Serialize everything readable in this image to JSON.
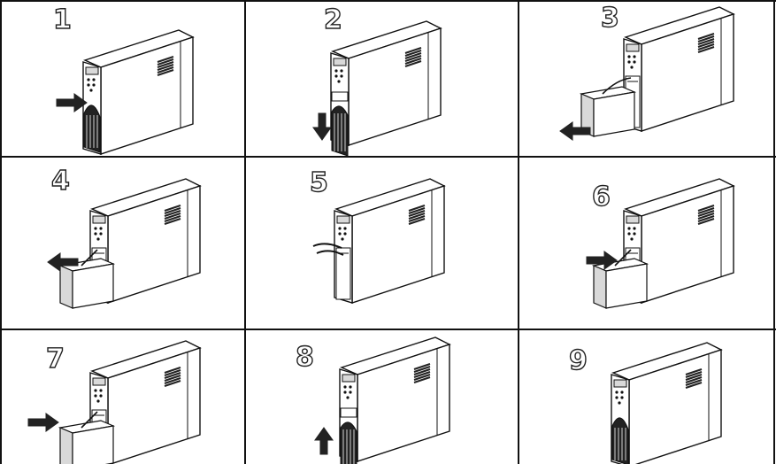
{
  "steps": [
    {
      "number": "1",
      "action": "press-front-panel",
      "arrow": "right"
    },
    {
      "number": "2",
      "action": "lower-front-cover",
      "arrow": "down"
    },
    {
      "number": "3",
      "action": "pull-out-battery",
      "arrow": "left"
    },
    {
      "number": "4",
      "action": "disconnect-battery-wires",
      "arrow": "left"
    },
    {
      "number": "5",
      "action": "battery-removed",
      "arrow": "none"
    },
    {
      "number": "6",
      "action": "connect-new-battery-wires",
      "arrow": "right"
    },
    {
      "number": "7",
      "action": "push-in-battery",
      "arrow": "right"
    },
    {
      "number": "8",
      "action": "raise-front-cover",
      "arrow": "up"
    },
    {
      "number": "9",
      "action": "complete",
      "arrow": "none"
    }
  ],
  "colors": {
    "line": "#111111",
    "fill": "#ffffff",
    "shade": "#d9d9d9",
    "dark": "#222222"
  }
}
